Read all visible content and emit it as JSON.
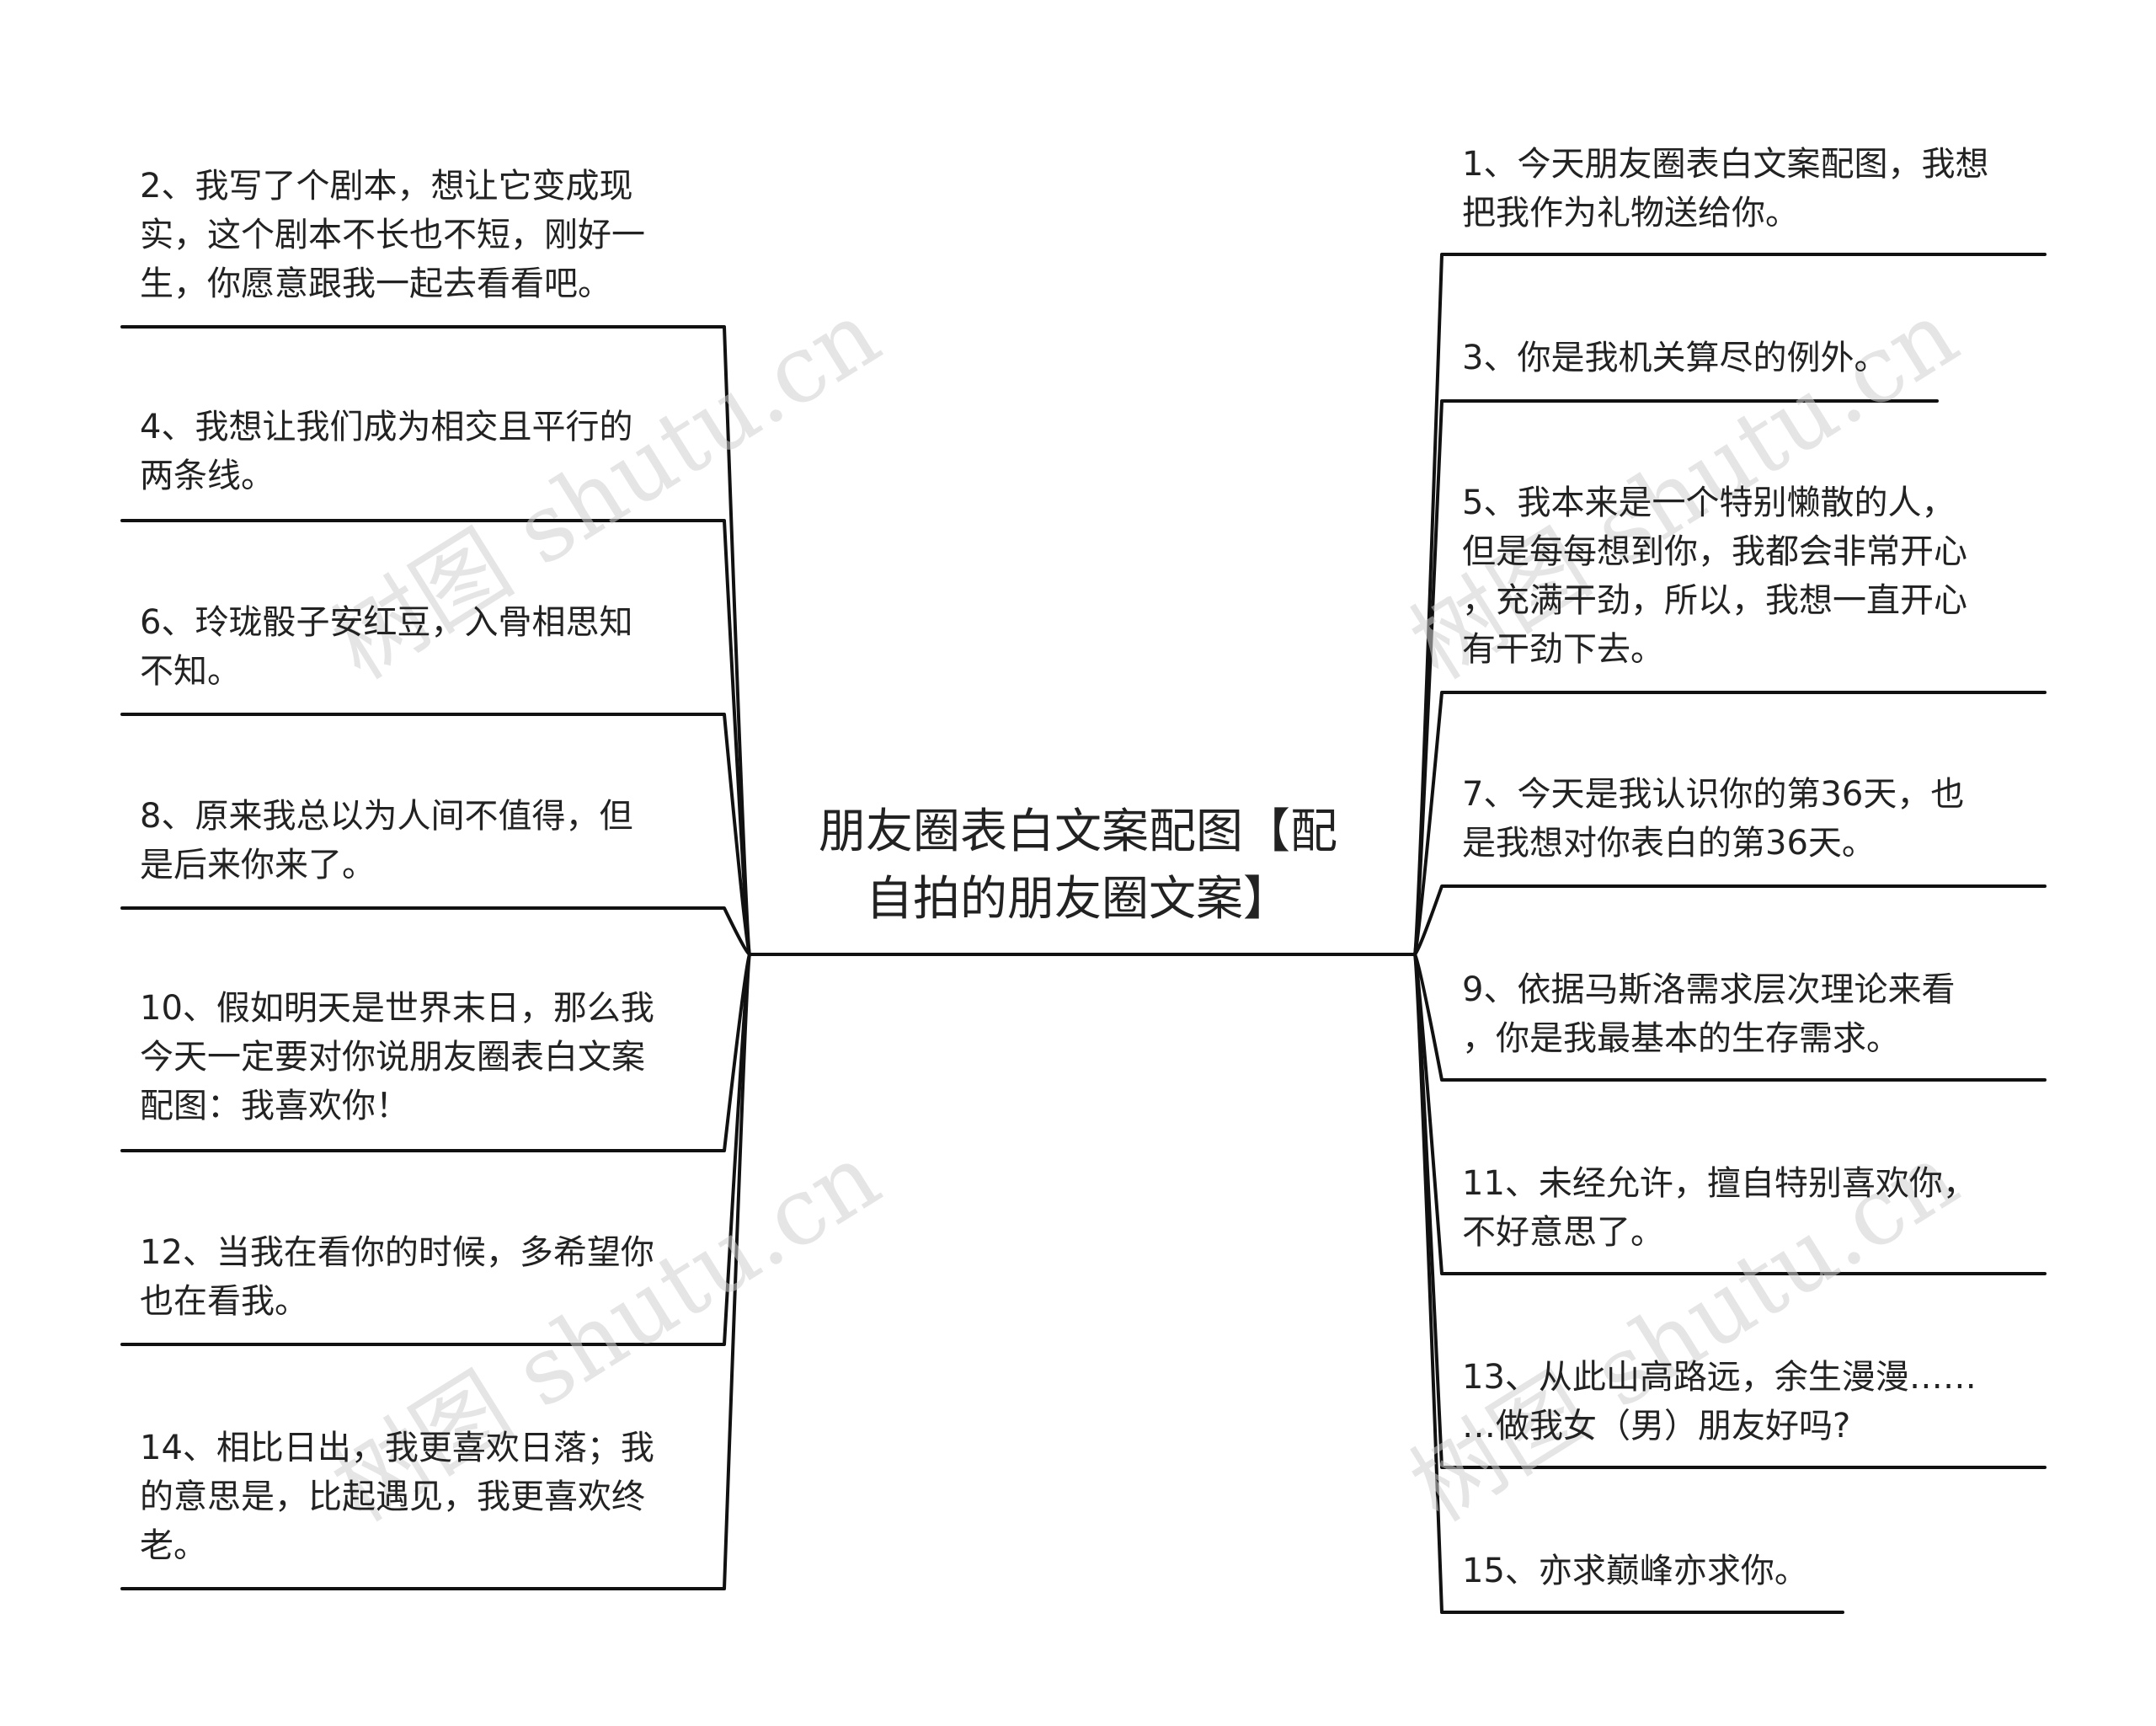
{
  "central_topic": "朋友圈表白文案配图【配\n自拍的朋友圈文案】",
  "left_branches": [
    {
      "text": "2、我写了个剧本，想让它变成现\n实，这个剧本不长也不短，刚好一\n生，你愿意跟我一起去看看吧。"
    },
    {
      "text": "4、我想让我们成为相交且平行的\n两条线。"
    },
    {
      "text": "6、玲珑骰子安红豆，入骨相思知\n不知。"
    },
    {
      "text": "8、原来我总以为人间不值得，但\n是后来你来了。"
    },
    {
      "text": "10、假如明天是世界末日，那么我\n今天一定要对你说朋友圈表白文案\n配图：我喜欢你！"
    },
    {
      "text": "12、当我在看你的时候，多希望你\n也在看我。"
    },
    {
      "text": "14、相比日出，我更喜欢日落；我\n的意思是，比起遇见，我更喜欢终\n老。"
    }
  ],
  "right_branches": [
    {
      "text": "1、今天朋友圈表白文案配图，我想\n把我作为礼物送给你。"
    },
    {
      "text": "3、你是我机关算尽的例外。"
    },
    {
      "text": "5、我本来是一个特别懒散的人，\n但是每每想到你，我都会非常开心\n，充满干劲，所以，我想一直开心\n有干劲下去。"
    },
    {
      "text": "7、今天是我认识你的第36天，也\n是我想对你表白的第36天。"
    },
    {
      "text": "9、依据马斯洛需求层次理论来看\n，你是我最基本的生存需求。"
    },
    {
      "text": "11、未经允许，擅自特别喜欢你，\n不好意思了。"
    },
    {
      "text": "13、从此山高路远，余生漫漫……\n…做我女（男）朋友好吗?"
    },
    {
      "text": "15、亦求巅峰亦求你。"
    }
  ],
  "watermark": "树图 shutu.cn",
  "colors": {
    "line": "#111111",
    "text": "#222222",
    "watermark": "#d0d0d0"
  }
}
